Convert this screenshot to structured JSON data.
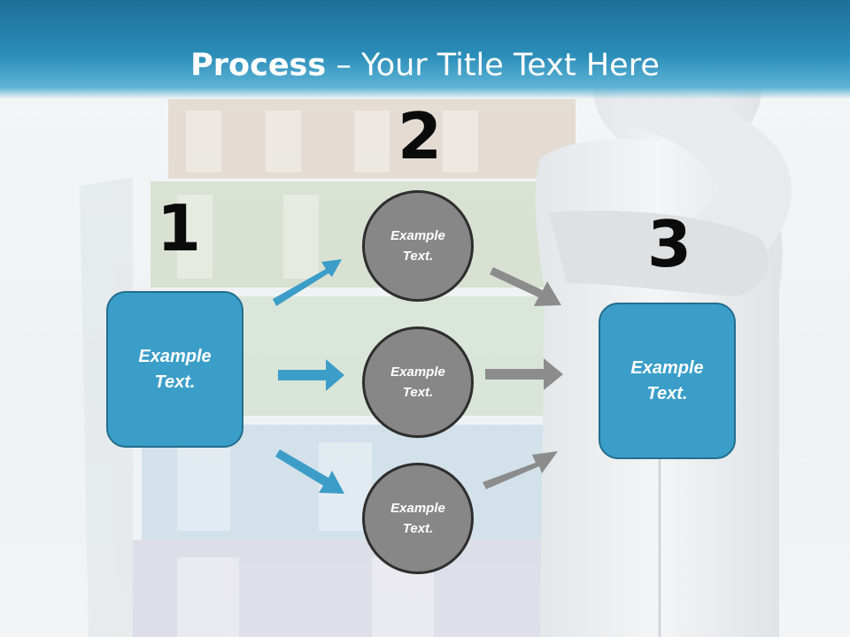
{
  "header": {
    "title_bold": "Process",
    "title_rest": " – Your Title Text Here"
  },
  "steps": {
    "one": "1",
    "two": "2",
    "three": "3"
  },
  "left_box": {
    "text": "Example\nText."
  },
  "right_box": {
    "text": "Example\nText."
  },
  "circles": [
    {
      "text": "Example\nText."
    },
    {
      "text": "Example\nText."
    },
    {
      "text": "Example\nText."
    }
  ],
  "colors": {
    "header": "#2a8db8",
    "box_fill": "#3a9ec8",
    "box_border": "#236e8e",
    "circle_fill": "#878787",
    "circle_border": "#2e2e2e",
    "arrow_blue": "#3c9ec8",
    "arrow_gray": "#8c8c8c"
  }
}
